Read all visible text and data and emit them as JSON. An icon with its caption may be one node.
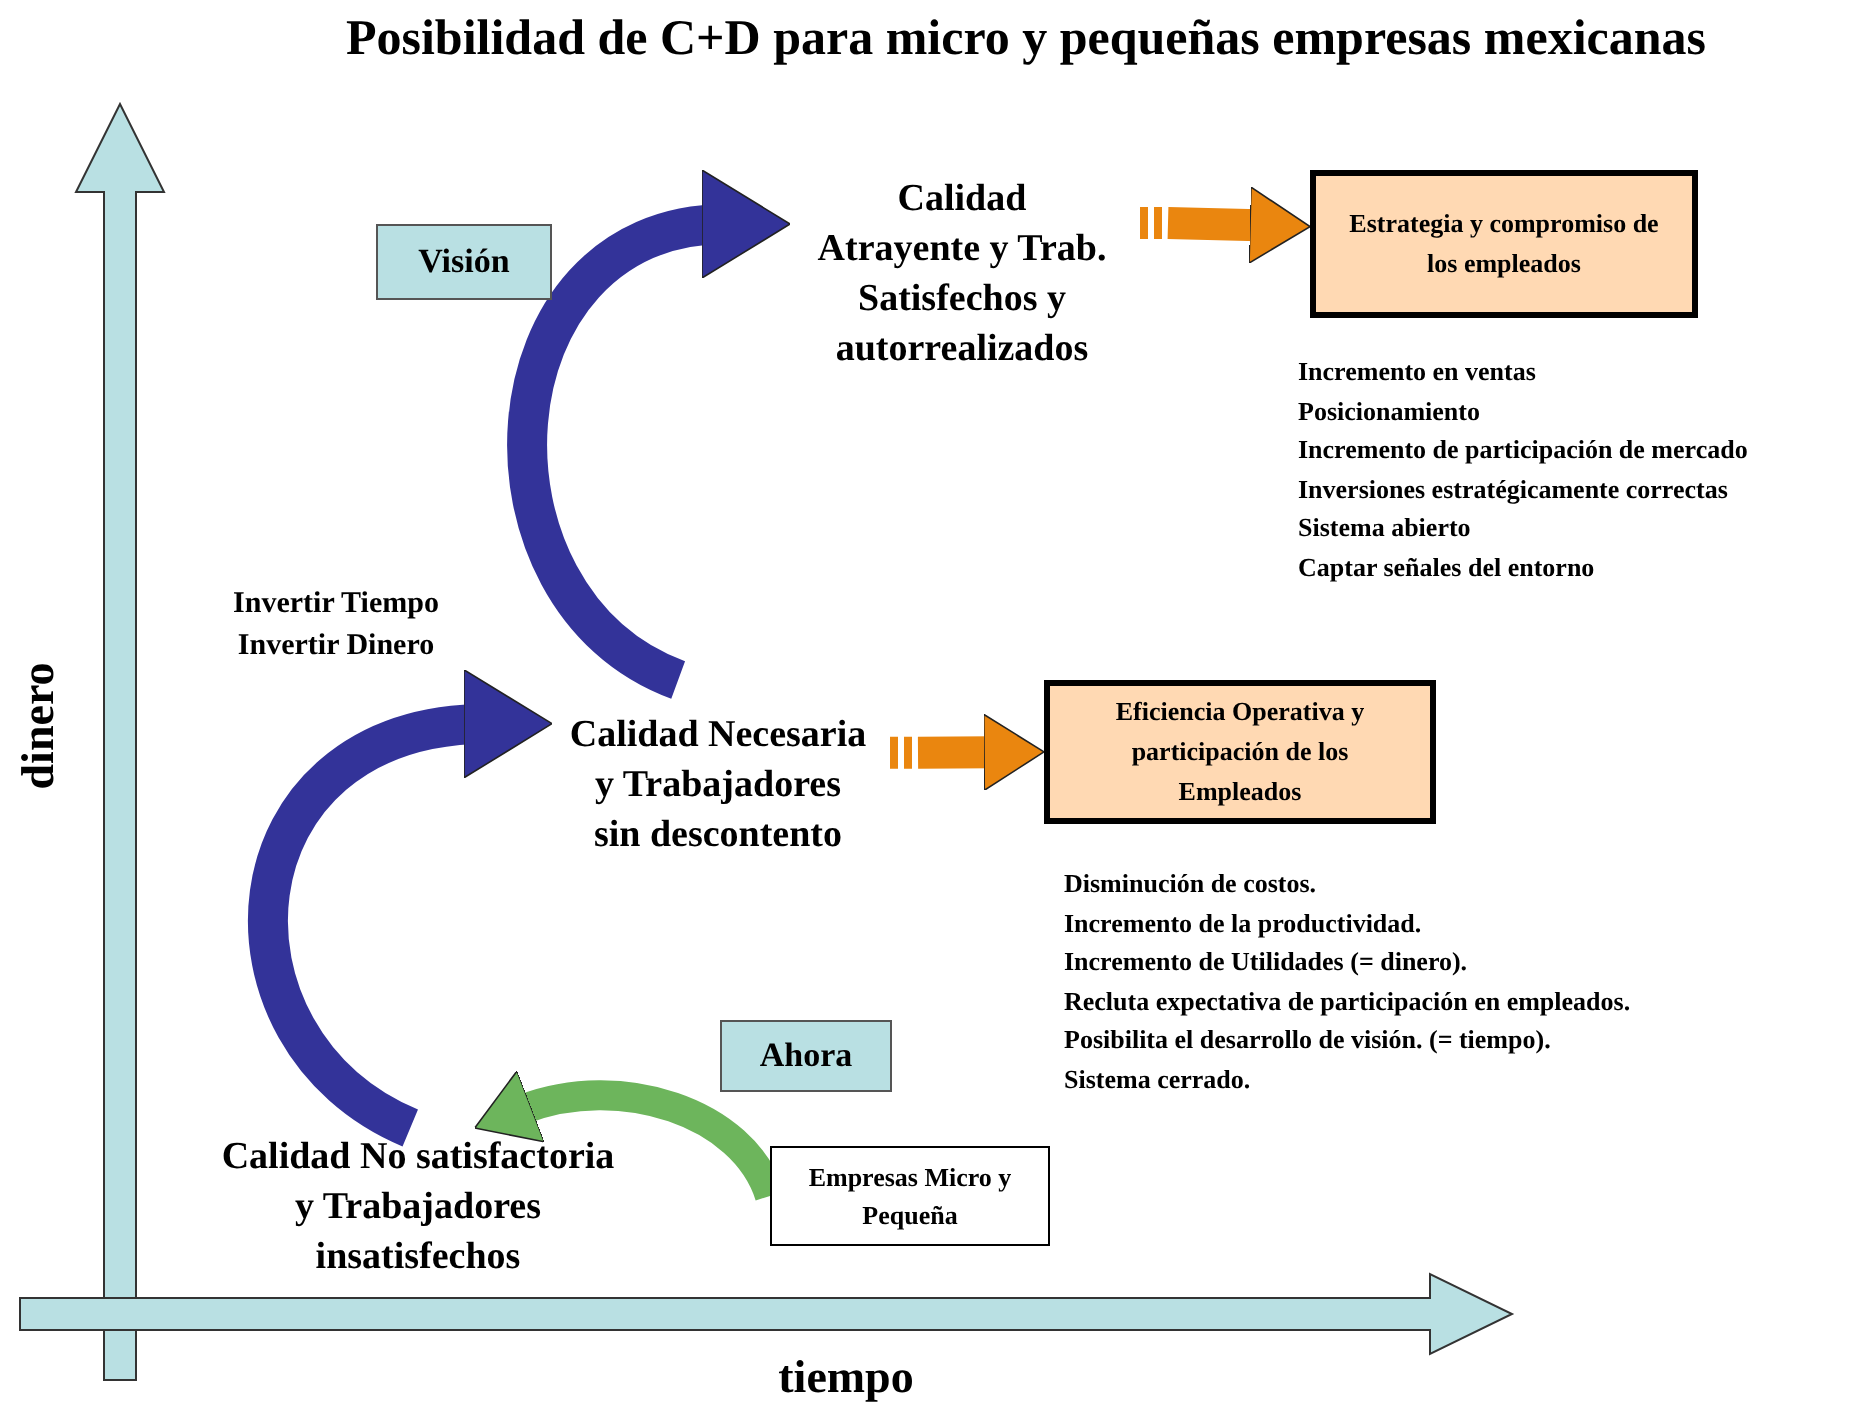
{
  "diagram": {
    "title": "Posibilidad de C+D para micro y pequeñas empresas mexicanas",
    "nodes": [
      {
        "text": [
          "Calidad No satisfactoria y Trabajadores insatisfechos"
        ]
      },
      {
        "text": [
          "Calidad Necesaria y Trabajadores sin descontento"
        ]
      },
      {
        "text": [
          "Calidad Atrayente y Trab. Satisfechos y autorrealizados"
        ]
      },
      {
        "text": [
          "Eficiencia Operativa y participación de los Empleados"
        ],
        "beside": [
          "Disminución de costos.",
          "Incremento de la productividad.",
          "Incremento de Utilidades (= dinero).",
          "Recluta expectativa de participación en empleados.",
          "Posibilita el desarrollo de visión. (= tiempo).",
          "Sistema cerrado."
        ]
      },
      {
        "text": [
          "Estrategia y compromiso de los empleados"
        ],
        "beside": [
          "Incremento en ventas",
          "Posicionamiento",
          "Incremento de participación de mercado",
          "Inversiones estratégicamente correctas",
          "Sistema abierto",
          "Captar señales del entorno"
        ]
      },
      {
        "text": [
          "Visión"
        ]
      },
      {
        "text": [
          "Ahora"
        ]
      },
      {
        "text": [
          "Empresas Micro y Pequeña"
        ]
      }
    ],
    "edges": [
      {
        "from": 0,
        "to": 1,
        "arrow": "to",
        "color": "#333399"
      },
      {
        "from": 1,
        "to": 2,
        "arrow": "to",
        "color": "#333399"
      },
      {
        "from": 1,
        "to": 3,
        "arrow": "to",
        "color": "#ea860f"
      },
      {
        "from": 2,
        "to": 4,
        "arrow": "to",
        "color": "#ea860f"
      },
      {
        "from": 7,
        "to": 0,
        "arrow": "to",
        "color": "#6db55c"
      }
    ],
    "labels": [
      "Invertir Tiempo Invertir Dinero",
      "dinero",
      "tiempo"
    ]
  }
}
